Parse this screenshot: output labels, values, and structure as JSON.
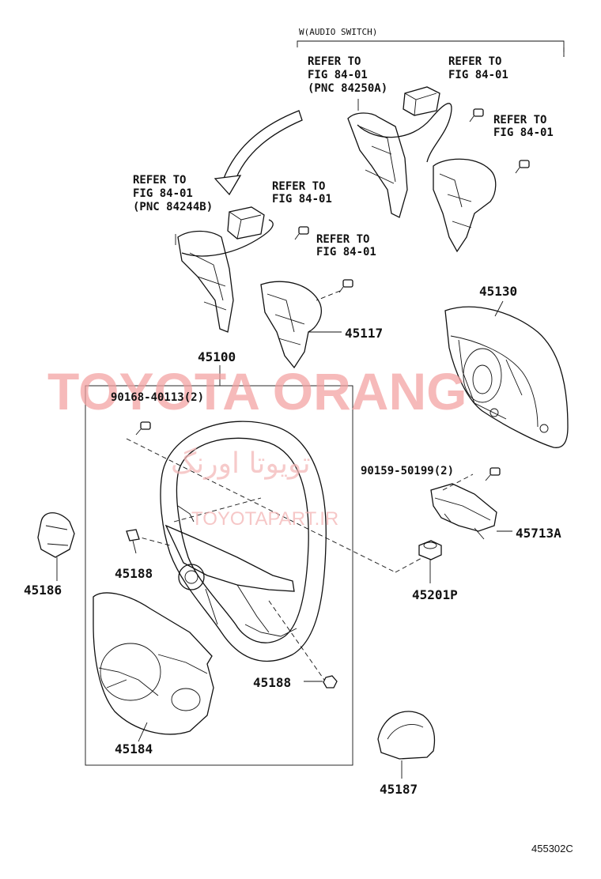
{
  "header": {
    "variant_note": "W(AUDIO SWITCH)"
  },
  "refs": {
    "ref_pnc_84250a": [
      "REFER TO",
      "FIG 84-01",
      "(PNC 84250A)"
    ],
    "ref_top_right": [
      "REFER TO",
      "FIG 84-01"
    ],
    "ref_right_screw": [
      "REFER TO",
      "FIG 84-01"
    ],
    "ref_pnc_84244b": [
      "REFER TO",
      "FIG 84-01",
      "(PNC 84244B)"
    ],
    "ref_mid_screw": [
      "REFER TO",
      "FIG 84-01"
    ],
    "ref_left_switch": [
      "REFER TO",
      "FIG 84-01"
    ]
  },
  "parts": {
    "p45130": "45130",
    "p45117": "45117",
    "p45100": "45100",
    "p90168": "90168-40113(2)",
    "p90159": "90159-50199(2)",
    "p45713a": "45713A",
    "p45186": "45186",
    "p45188_top": "45188",
    "p45201p": "45201P",
    "p45188_bottom": "45188",
    "p45184": "45184",
    "p45187": "45187"
  },
  "watermark": {
    "brand": "TOYOTA ORANG",
    "persian": "تویوتا اورنگ",
    "site": "TOYOTAPART.IR"
  },
  "figure_code": "455302C"
}
